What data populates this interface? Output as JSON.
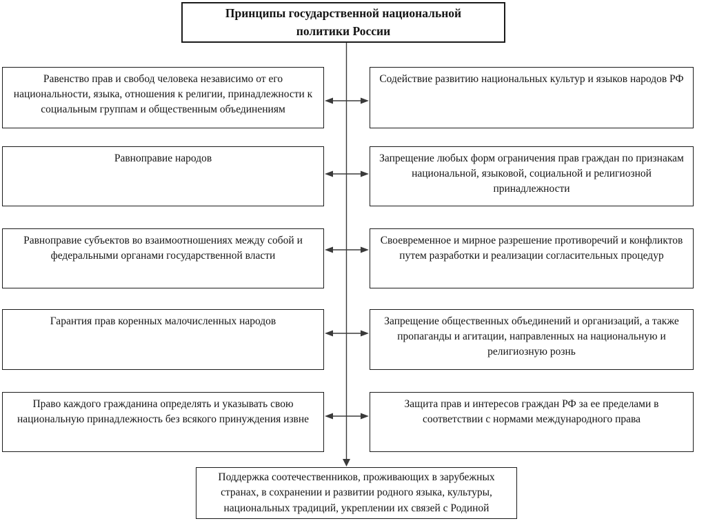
{
  "diagram": {
    "title": "Принципы государственной национальной политики России",
    "rows": [
      {
        "left": "Равенство прав и свобод человека независимо от его национальности, языка, отношения к религии, принадлежности к социальным группам и общественным объединениям",
        "right": "Содействие развитию национальных культур и языков народов РФ"
      },
      {
        "left": "Равноправие народов",
        "right": "Запрещение любых форм ограничения прав граждан по признакам национальной, языковой, социальной и религиозной принадлежности"
      },
      {
        "left": "Равноправие субъектов во взаимоотношениях между собой и федеральными органами государственной власти",
        "right": "Своевременное и мирное разрешение противоречий и конфликтов путем разработки и реализации согласительных процедур"
      },
      {
        "left": "Гарантия прав коренных малочисленных народов",
        "right": "Запрещение общественных объединений и организаций, а также пропаганды и агитации, направленных на национальную и религиозную рознь"
      },
      {
        "left": "Право каждого гражданина определять и указывать свою национальную принадлежность без всякого принуждения извне",
        "right": "Защита прав и интересов граждан РФ за ее пределами в соответствии с нормами международного права"
      }
    ],
    "bottom": "Поддержка соотечественников, проживающих в зарубежных странах, в сохранении и развитии родного языка, культуры, национальных традиций, укреплении их связей с Родиной",
    "colors": {
      "background": "#ffffff",
      "border": "#1a1a1a",
      "text": "#141414",
      "line": "#3a3a3a"
    }
  }
}
